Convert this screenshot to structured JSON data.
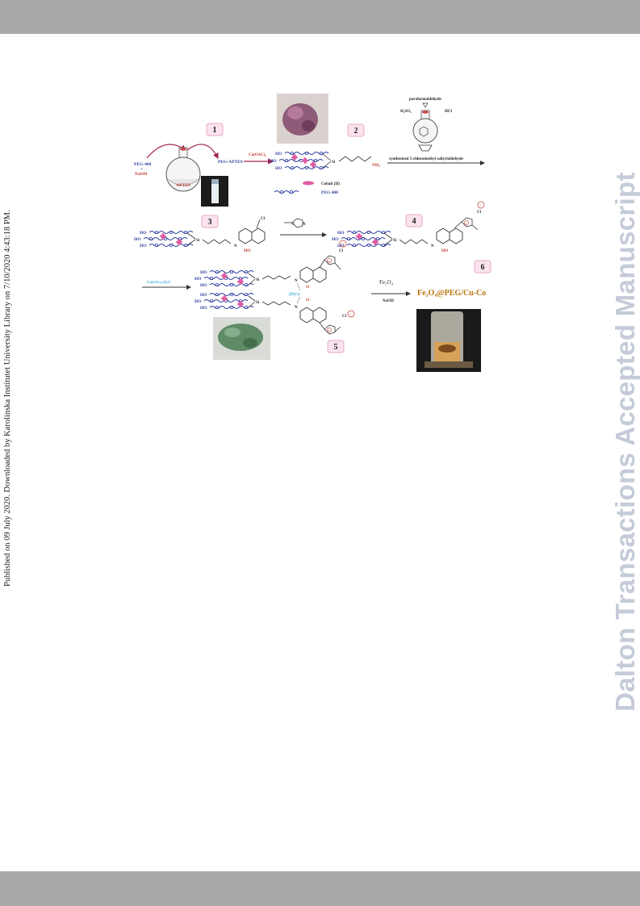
{
  "side_note": "Published on 09 July 2020. Downloaded by Karolinska Institutet University Library on 7/10/2020 4:43:18 PM.",
  "watermark": "Dalton Transactions Accepted Manuscript",
  "scheme": {
    "step_numbers": [
      "1",
      "2",
      "3",
      "4",
      "5",
      "6"
    ],
    "labels": {
      "peg400_naoh_a": "PEG-400",
      "plus": "+",
      "peg400_naoh_b": "NaOH",
      "aptes": "APTES",
      "peg_aptes": "PEG-APTES",
      "co_reagent": "Co(OAC)₂",
      "nh2": "NH₂",
      "cobalt_legend": "Cobalt (II)",
      "peg_legend": "PEG 400",
      "paraformaldehyde": "paraformaldehyde",
      "h2so4": "H₂SO₄",
      "hcl": "HCl",
      "synthesized": "synthesized 5-chloromethyl salicylaldehyde",
      "cl": "Cl",
      "ho": "HO",
      "si": "Si",
      "n": "N",
      "o": "O",
      "cu_reagent": "Cu(OAc)₂.H₂O",
      "cu_center": "(II)Cu",
      "fe3o4": "Fe₃O₄",
      "naoh": "NaOH",
      "product": "Fe₃O₄@PEG/Cu-Co"
    }
  },
  "colors": {
    "bar": "#a9a9a9",
    "watermark": "#c5cbd8",
    "peg_blue": "#2f3fa0",
    "cobalt_pink": "#e05ca3",
    "label_red": "#c0392b",
    "product_orange": "#b9770e",
    "cu_reagent_cyan": "#3aa6d8"
  }
}
